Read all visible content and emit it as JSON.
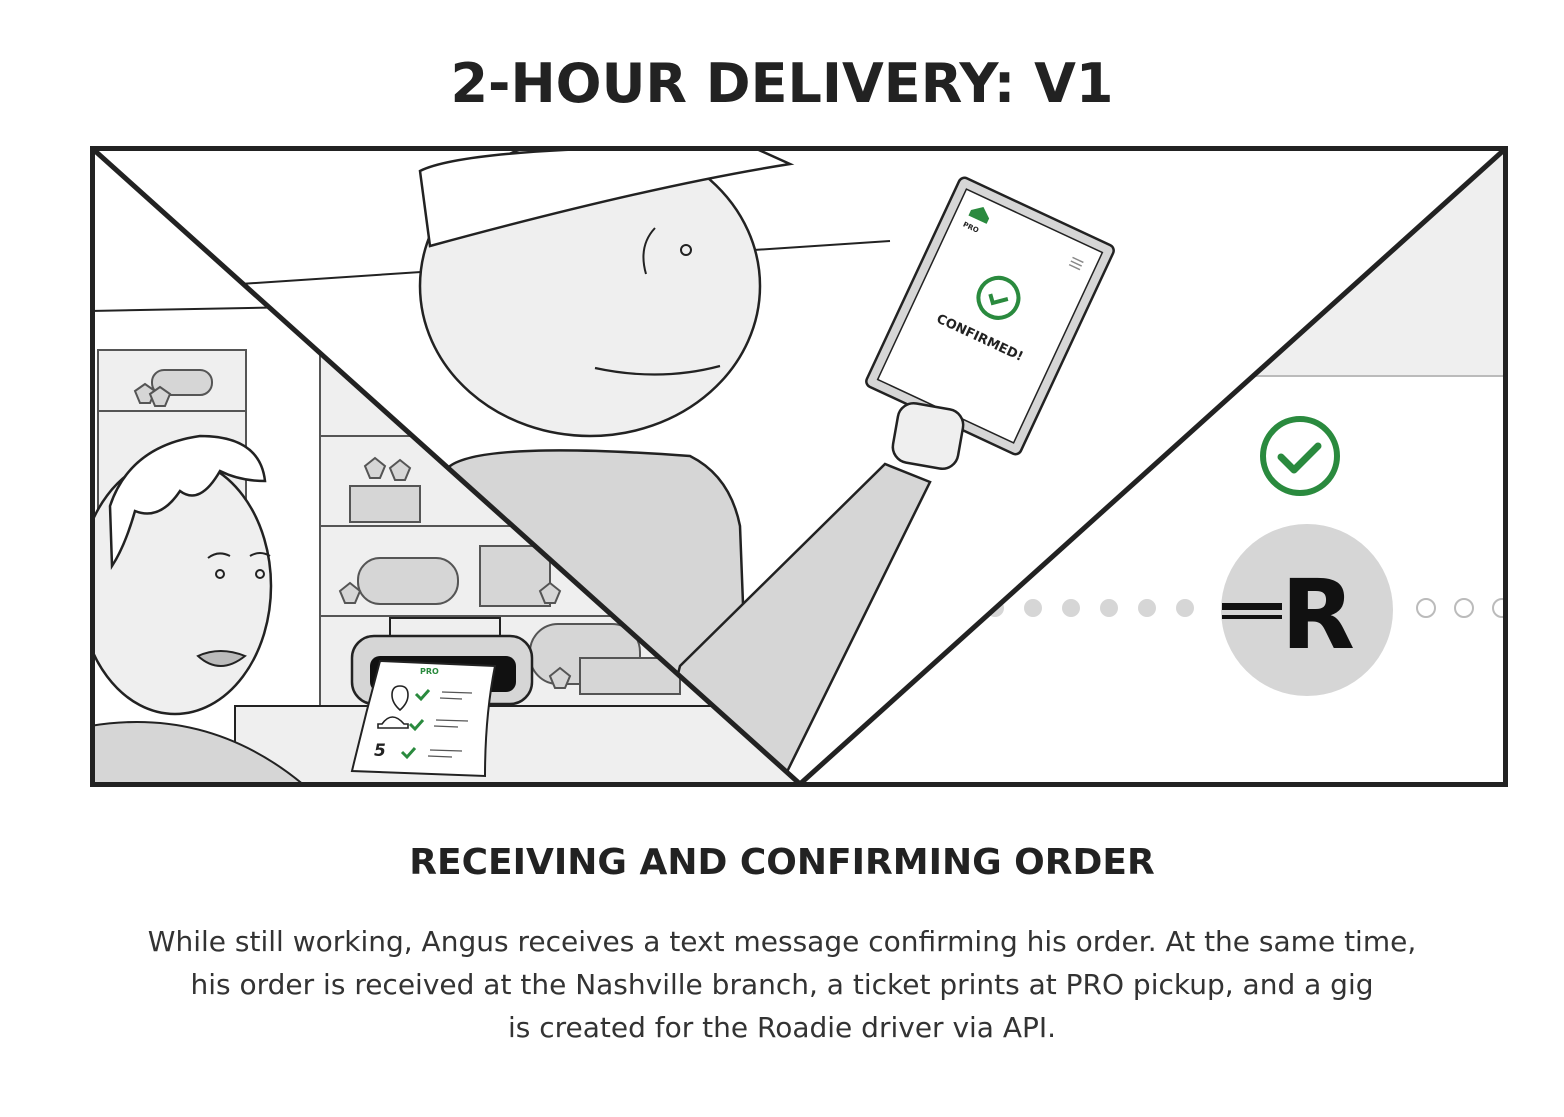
{
  "header": {
    "title": "2-HOUR DELIVERY: V1"
  },
  "illustration": {
    "tablet": {
      "logo_text": "PRO",
      "status_text": "CONFIRMED!",
      "icons": [
        "pro-house-logo-icon",
        "menu-icon",
        "check-circle-icon"
      ]
    },
    "ticket": {
      "logo_text": "PRO",
      "quantity": "5",
      "icons": [
        "location-pin-icon",
        "hard-hat-icon",
        "checkmark-icon"
      ]
    },
    "roadie": {
      "logo_letter": "R",
      "icons": [
        "check-circle-icon",
        "roadie-logo-icon"
      ]
    },
    "truck_icons": [
      "wrench-icon",
      "tire-icon"
    ],
    "colors": {
      "accent_green": "#2a8a3e",
      "outline": "#222222",
      "fill_gray": "#d6d6d6",
      "light_gray": "#efefef"
    }
  },
  "section": {
    "title": "RECEIVING AND CONFIRMING ORDER",
    "description_lines": [
      "While still working, Angus receives a text message confirming his order. At the same time,",
      "his order is received at the Nashville branch, a ticket prints at PRO pickup, and a gig",
      "is created for the Roadie driver via API."
    ]
  }
}
